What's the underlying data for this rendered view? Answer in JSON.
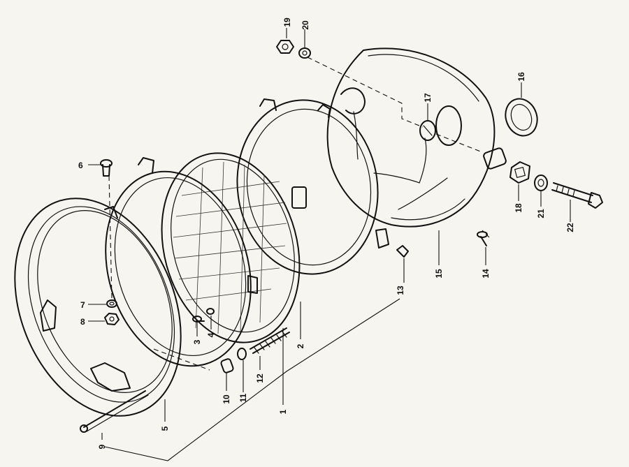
{
  "callouts": [
    {
      "id": "c1",
      "text": "1"
    },
    {
      "id": "c2",
      "text": "2"
    },
    {
      "id": "c3",
      "text": "3"
    },
    {
      "id": "c4",
      "text": "4"
    },
    {
      "id": "c5",
      "text": "5"
    },
    {
      "id": "c6",
      "text": "6"
    },
    {
      "id": "c7",
      "text": "7"
    },
    {
      "id": "c8",
      "text": "8"
    },
    {
      "id": "c9",
      "text": "9"
    },
    {
      "id": "c10",
      "text": "10"
    },
    {
      "id": "c11",
      "text": "11"
    },
    {
      "id": "c12",
      "text": "12"
    },
    {
      "id": "c13",
      "text": "13"
    },
    {
      "id": "c14",
      "text": "14"
    },
    {
      "id": "c15",
      "text": "15"
    },
    {
      "id": "c16",
      "text": "16"
    },
    {
      "id": "c17",
      "text": "17"
    },
    {
      "id": "c18",
      "text": "18"
    },
    {
      "id": "c19",
      "text": "19"
    },
    {
      "id": "c20",
      "text": "20"
    },
    {
      "id": "c21",
      "text": "21"
    },
    {
      "id": "c22",
      "text": "22"
    }
  ],
  "colors": {
    "ink": "#111111",
    "paper": "#f7f5f0"
  }
}
